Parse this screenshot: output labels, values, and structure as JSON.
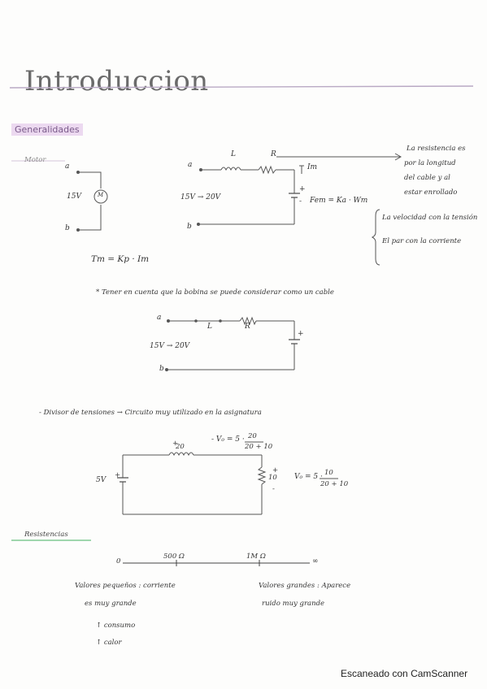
{
  "title": "Introduccion",
  "sections": {
    "generalidades": "Generalidades",
    "motor": "Motor",
    "resistencias": "Resistencias"
  },
  "motor_simple": {
    "terminal_a": "a",
    "terminal_b": "b",
    "voltage": "15V",
    "motor_symbol": "M"
  },
  "motor_circuit": {
    "terminal_a": "a",
    "terminal_b": "b",
    "label_L": "L",
    "label_R": "R",
    "current": "Im",
    "voltage_range": "15V → 20V",
    "fem": "Fem = Ka · Wm",
    "plus_sign": "+",
    "minus_sign": "-"
  },
  "notes": {
    "resistance_note_1": "La resistencia es",
    "resistance_note_2": "por la longitud",
    "resistance_note_3": "del cable y al",
    "resistance_note_4": "estar enrollado",
    "speed_note": "La velocidad con la tensión",
    "torque_note": "El par con la corriente"
  },
  "torque_formula": "Tm = Kp · Im",
  "tener_en_cuenta": "* Tener en cuenta que la bobina se puede considerar como un cable",
  "coil_circuit": {
    "terminal_a": "a",
    "terminal_b": "b",
    "label_L": "L",
    "label_R": "R",
    "voltage_range": "15V → 20V",
    "plus_sign": "+"
  },
  "divisor": {
    "heading": "- Divisor de tensiones → Circuito muy utilizado en la asignatura",
    "res_top": "20",
    "res_right": "10",
    "source": "5V",
    "vo_top_label": "- V₀ = 5 ·",
    "vo_top_num": "20",
    "vo_top_den": "20 + 10",
    "vo_right_label": "V₀ = 5 ·",
    "vo_right_num": "10",
    "vo_right_den": "20 + 10",
    "plus_sign": "+",
    "minus_sign": "-"
  },
  "resistance_scale": {
    "start": "0",
    "mid1": "500 Ω",
    "mid2": "1M Ω",
    "end": "∞",
    "low_label_1": "Valores pequeños : corriente",
    "low_label_2": "es muy grande",
    "high_label_1": "Valores grandes : Aparece",
    "high_label_2": "ruido muy grande",
    "effect_1": "↑ consumo",
    "effect_2": "↑ calor"
  },
  "footer": "Escaneado con CamScanner"
}
